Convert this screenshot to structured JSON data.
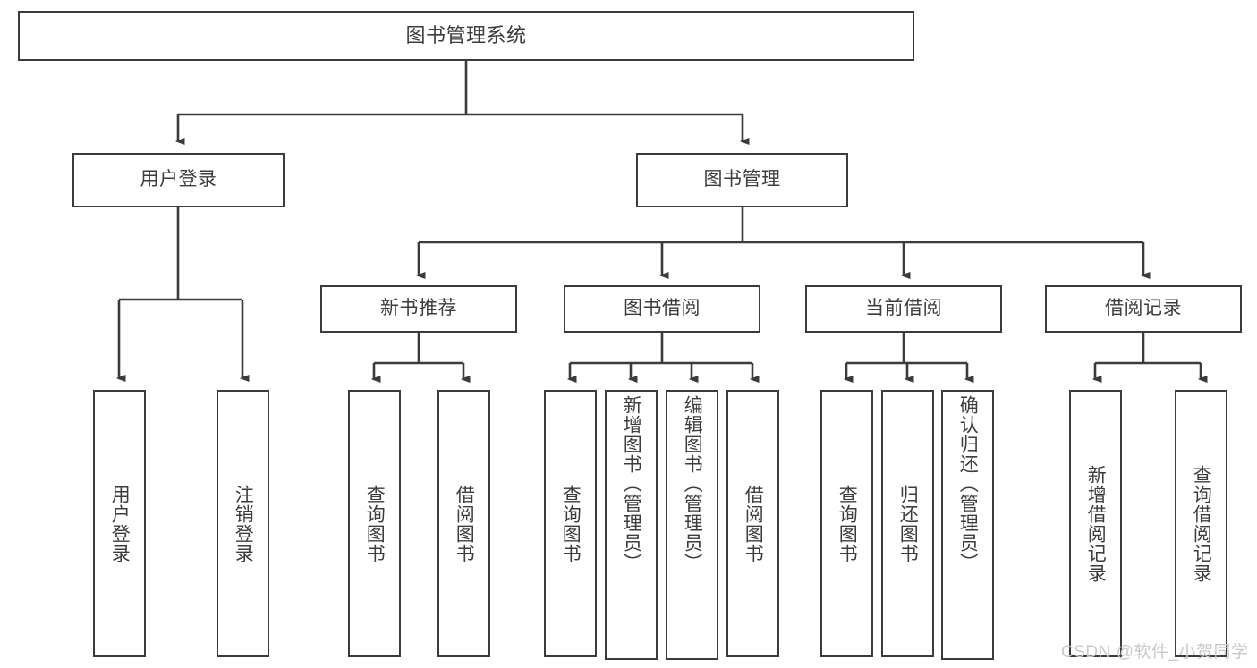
{
  "diagram": {
    "type": "tree-hierarchy",
    "title": "图书管理系统",
    "orientation": "top-down",
    "colors": {
      "box_border": "#3b3b3b",
      "box_fill": "#ffffff",
      "text": "#3d3d3d",
      "connector": "#3b3b3b",
      "watermark": "#c9c9c9",
      "background": "#ffffff"
    },
    "root": {
      "label": "图书管理系统"
    },
    "level2": [
      {
        "label": "用户登录"
      },
      {
        "label": "图书管理"
      }
    ],
    "level3": [
      {
        "label": "新书推荐"
      },
      {
        "label": "图书借阅"
      },
      {
        "label": "当前借阅"
      },
      {
        "label": "借阅记录"
      }
    ],
    "leaves": {
      "user_login": [
        {
          "label": "用户登录"
        },
        {
          "label": "注销登录"
        }
      ],
      "new_book_recommend": [
        {
          "label": "查询图书"
        },
        {
          "label": "借阅图书"
        }
      ],
      "book_borrow": [
        {
          "label": "查询图书"
        },
        {
          "label": "新增图书（管理员）"
        },
        {
          "label": "编辑图书（管理员）"
        },
        {
          "label": "借阅图书"
        }
      ],
      "current_borrow": [
        {
          "label": "查询图书"
        },
        {
          "label": "归还图书"
        },
        {
          "label": "确认归还（管理员）"
        }
      ],
      "borrow_records": [
        {
          "label": "新增借阅记录"
        },
        {
          "label": "查询借阅记录"
        }
      ]
    }
  },
  "watermark": {
    "text": "CSDN @软件_小贺同学"
  }
}
